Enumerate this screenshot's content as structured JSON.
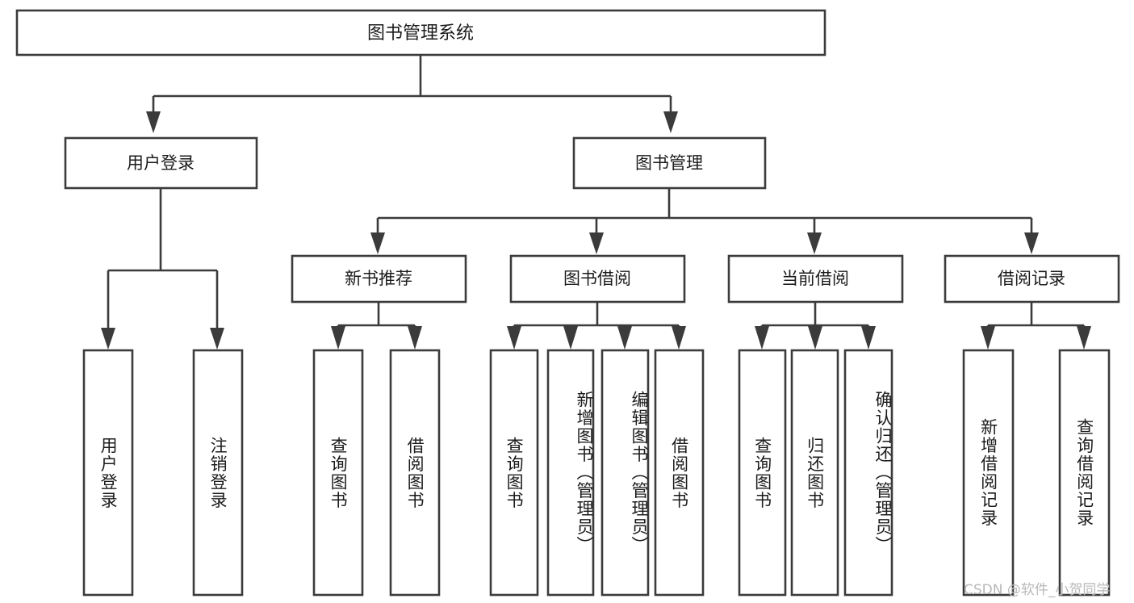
{
  "diagram": {
    "type": "tree-hierarchy",
    "root": {
      "id": "root",
      "label": "图书管理系统"
    },
    "level2": [
      {
        "id": "user-login",
        "label": "用户登录"
      },
      {
        "id": "book-manage",
        "label": "图书管理"
      }
    ],
    "level3": [
      {
        "id": "new-book-rec",
        "label": "新书推荐",
        "parent": "book-manage"
      },
      {
        "id": "book-borrow",
        "label": "图书借阅",
        "parent": "book-manage"
      },
      {
        "id": "current-borrow",
        "label": "当前借阅",
        "parent": "book-manage"
      },
      {
        "id": "borrow-record",
        "label": "借阅记录",
        "parent": "book-manage"
      }
    ],
    "leaves": [
      {
        "id": "leaf-user-login",
        "label": "用户登录",
        "parent": "user-login"
      },
      {
        "id": "leaf-logout",
        "label": "注销登录",
        "parent": "user-login"
      },
      {
        "id": "leaf-query-book-1",
        "label": "查询图书",
        "parent": "new-book-rec"
      },
      {
        "id": "leaf-borrow-book-1",
        "label": "借阅图书",
        "parent": "new-book-rec"
      },
      {
        "id": "leaf-query-book-2",
        "label": "查询图书",
        "parent": "book-borrow"
      },
      {
        "id": "leaf-add-book",
        "label": "新增图书（管理员）",
        "parent": "book-borrow"
      },
      {
        "id": "leaf-edit-book",
        "label": "编辑图书（管理员）",
        "parent": "book-borrow"
      },
      {
        "id": "leaf-borrow-book-2",
        "label": "借阅图书",
        "parent": "book-borrow"
      },
      {
        "id": "leaf-query-book-3",
        "label": "查询图书",
        "parent": "current-borrow"
      },
      {
        "id": "leaf-return-book",
        "label": "归还图书",
        "parent": "current-borrow"
      },
      {
        "id": "leaf-confirm-return",
        "label": "确认归还（管理员）",
        "parent": "current-borrow"
      },
      {
        "id": "leaf-add-record",
        "label": "新增借阅记录",
        "parent": "borrow-record"
      },
      {
        "id": "leaf-query-record",
        "label": "查询借阅记录",
        "parent": "borrow-record"
      }
    ]
  },
  "watermark": {
    "text": "CSDN @软件_小贺同学"
  },
  "colors": {
    "stroke": "#3b3b3b",
    "box_fill": "#ffffff",
    "text": "#1c1c1c",
    "watermark": "#b8b8b8",
    "background": "#ffffff"
  }
}
